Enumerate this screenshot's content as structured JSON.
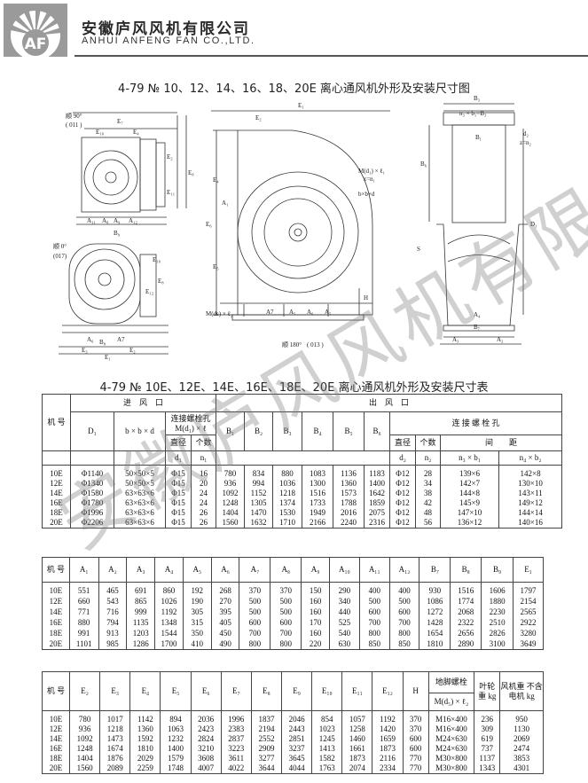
{
  "header": {
    "company_cn": "安徽庐风风机有限公司",
    "company_en": "ANHUI ANFENG FAN CO.,LTD.",
    "logo_letters": "AF"
  },
  "drawing_title": "4-79 № 10、12、14、16、18、20E 离心通风机外形及安装尺寸图",
  "table_title": "4-79 № 10E、12E、14E、16E、18E、20E 离心通风机外形及安装尺寸表",
  "watermark": "安徽庐风风机有限公司",
  "drawing_labels": {
    "rot90": "顺 90°",
    "rot90_code": "( 011 )",
    "rot0": "顺 0°",
    "rot0_code": "(017)",
    "rot180": "顺 180°",
    "rot180_code": "( 013 )",
    "E7": "E₇",
    "E10": "E₁₀",
    "E4": "E₄",
    "E2": "E₂",
    "E8": "E₈",
    "E11": "E₁₁",
    "A11": "A₁₁",
    "A8": "A₈",
    "A9": "A₉",
    "A12": "A₁₂",
    "B9": "B₉",
    "E12": "E₁₂",
    "A6": "A₆",
    "A7": "A7",
    "B8": "B₈",
    "E3": "E₃",
    "E1": "E₁",
    "A1": "A₁",
    "A5": "A₅",
    "H": "H",
    "E5": "E₅",
    "E6": "E₆",
    "Md": "M(ds) × ℓ₂",
    "Md1": "M(d₁) × ℓ₁",
    "z": "z=n₁",
    "bxbxd": "b×b×d",
    "B3": "B₃",
    "n3b1": "n₃ × b₁=B₃",
    "B1": "B₁",
    "d2": "d₂",
    "zn2": "z=n₂",
    "B6": "B₆",
    "B4": "B₄",
    "D1": "D₁",
    "S": "S",
    "A4": "A₄",
    "B7": "B₇",
    "A2": "A₂",
    "A3": "A₃"
  },
  "table1": {
    "h_model": "机 号",
    "h_inlet": "进　风　口",
    "h_outlet": "出　风　口",
    "h_D1": "D₁",
    "h_bbd": "b × b × d",
    "h_bolt": "连接螺栓孔",
    "h_bolt_m": "M(d₁) × ℓ",
    "h_diam": "直径",
    "h_count": "个数",
    "h_d1": "d₁",
    "h_n1": "n₁",
    "h_B1": "B₁",
    "h_B2": "B₂",
    "h_B3": "B₃",
    "h_B4": "B₄",
    "h_B5": "B₅",
    "h_B6": "B₆",
    "h_bolt2": "连 接 螺 栓 孔",
    "h_diam2": "直径",
    "h_count2": "个数",
    "h_spacing": "间　　距",
    "h_d2": "d₂",
    "h_n2": "n₂",
    "h_n3b1": "n₃ × b₁",
    "h_n4b2": "n₄ × b₂",
    "rows": [
      [
        "10E",
        "Φ1140",
        "50×50×5",
        "Φ15",
        "16",
        "780",
        "834",
        "880",
        "1083",
        "1136",
        "1183",
        "Φ12",
        "28",
        "139×6",
        "142×8"
      ],
      [
        "12E",
        "Φ1340",
        "50×50×5",
        "Φ15",
        "20",
        "936",
        "994",
        "1036",
        "1300",
        "1360",
        "1400",
        "Φ12",
        "34",
        "142×7",
        "130×10"
      ],
      [
        "14E",
        "Φ1580",
        "63×63×6",
        "Φ15",
        "24",
        "1092",
        "1152",
        "1218",
        "1516",
        "1573",
        "1642",
        "Φ12",
        "38",
        "144×8",
        "143×11"
      ],
      [
        "16E",
        "Φ1780",
        "63×63×6",
        "Φ15",
        "24",
        "1248",
        "1305",
        "1374",
        "1733",
        "1788",
        "1859",
        "Φ12",
        "42",
        "145×9",
        "149×12"
      ],
      [
        "18E",
        "Φ1996",
        "63×63×6",
        "Φ15",
        "26",
        "1404",
        "1470",
        "1530",
        "1949",
        "2016",
        "2075",
        "Φ12",
        "48",
        "147×10",
        "144×14"
      ],
      [
        "20E",
        "Φ2206",
        "63×63×6",
        "Φ15",
        "26",
        "1560",
        "1632",
        "1710",
        "2166",
        "2240",
        "2316",
        "Φ12",
        "56",
        "136×12",
        "140×16"
      ]
    ]
  },
  "table2": {
    "headers": [
      "机 号",
      "A₁",
      "A₂",
      "A₃",
      "A₄",
      "A₅",
      "A₆",
      "A₇",
      "A₈",
      "A₉",
      "A₁₀",
      "A₁₁",
      "A₁₂",
      "B₇",
      "B₈",
      "B₉",
      "E₁"
    ],
    "rows": [
      [
        "10E",
        "551",
        "465",
        "691",
        "860",
        "192",
        "268",
        "370",
        "370",
        "150",
        "290",
        "400",
        "400",
        "930",
        "1516",
        "1606",
        "1797"
      ],
      [
        "12E",
        "660",
        "543",
        "865",
        "1026",
        "190",
        "270",
        "500",
        "500",
        "160",
        "340",
        "500",
        "500",
        "1086",
        "1774",
        "1880",
        "2154"
      ],
      [
        "14E",
        "771",
        "716",
        "999",
        "1192",
        "305",
        "395",
        "500",
        "500",
        "160",
        "440",
        "600",
        "600",
        "1272",
        "2068",
        "2230",
        "2565"
      ],
      [
        "16E",
        "880",
        "794",
        "1135",
        "1348",
        "315",
        "405",
        "600",
        "600",
        "170",
        "525",
        "700",
        "700",
        "1428",
        "2322",
        "2510",
        "2922"
      ],
      [
        "18E",
        "991",
        "913",
        "1203",
        "1544",
        "350",
        "450",
        "700",
        "700",
        "160",
        "540",
        "800",
        "800",
        "1654",
        "2656",
        "2826",
        "3280"
      ],
      [
        "20E",
        "1101",
        "985",
        "1286",
        "1700",
        "410",
        "490",
        "800",
        "800",
        "220",
        "630",
        "850",
        "850",
        "1810",
        "2890",
        "3100",
        "3649"
      ]
    ]
  },
  "table3": {
    "headers": [
      "机 号",
      "E₂",
      "E₃",
      "E₄",
      "E₅",
      "E₆",
      "E₇",
      "E₈",
      "E₉",
      "E₁₀",
      "E₁₁",
      "E₁₂",
      "H"
    ],
    "h_anchor": "地脚螺栓",
    "h_anchor_m": "M(d₅) × ℓ₂",
    "h_impeller": "叶轮 重 kg",
    "h_weight": "风机重 不含电机 kg",
    "rows": [
      [
        "10E",
        "780",
        "1017",
        "1142",
        "894",
        "2036",
        "1996",
        "1837",
        "2046",
        "854",
        "1057",
        "1192",
        "370",
        "M16×400",
        "236",
        "950"
      ],
      [
        "12E",
        "936",
        "1218",
        "1360",
        "1063",
        "2423",
        "2383",
        "2194",
        "2443",
        "1023",
        "1258",
        "1420",
        "370",
        "M16×400",
        "309",
        "1130"
      ],
      [
        "14E",
        "1092",
        "1473",
        "1592",
        "1232",
        "2824",
        "2837",
        "2552",
        "2851",
        "1245",
        "1460",
        "1659",
        "600",
        "M24×630",
        "619",
        "2069"
      ],
      [
        "16E",
        "1248",
        "1674",
        "1810",
        "1400",
        "3210",
        "3223",
        "2909",
        "3237",
        "1413",
        "1661",
        "1873",
        "600",
        "M24×630",
        "737",
        "2474"
      ],
      [
        "18E",
        "1404",
        "1876",
        "2029",
        "1579",
        "3608",
        "3611",
        "3277",
        "3645",
        "1582",
        "1873",
        "2116",
        "770",
        "M30×800",
        "1137",
        "3853"
      ],
      [
        "20E",
        "1560",
        "2089",
        "2259",
        "1748",
        "4007",
        "4022",
        "3644",
        "4044",
        "1763",
        "2074",
        "2334",
        "770",
        "M30×800",
        "1343",
        "4301"
      ]
    ]
  }
}
